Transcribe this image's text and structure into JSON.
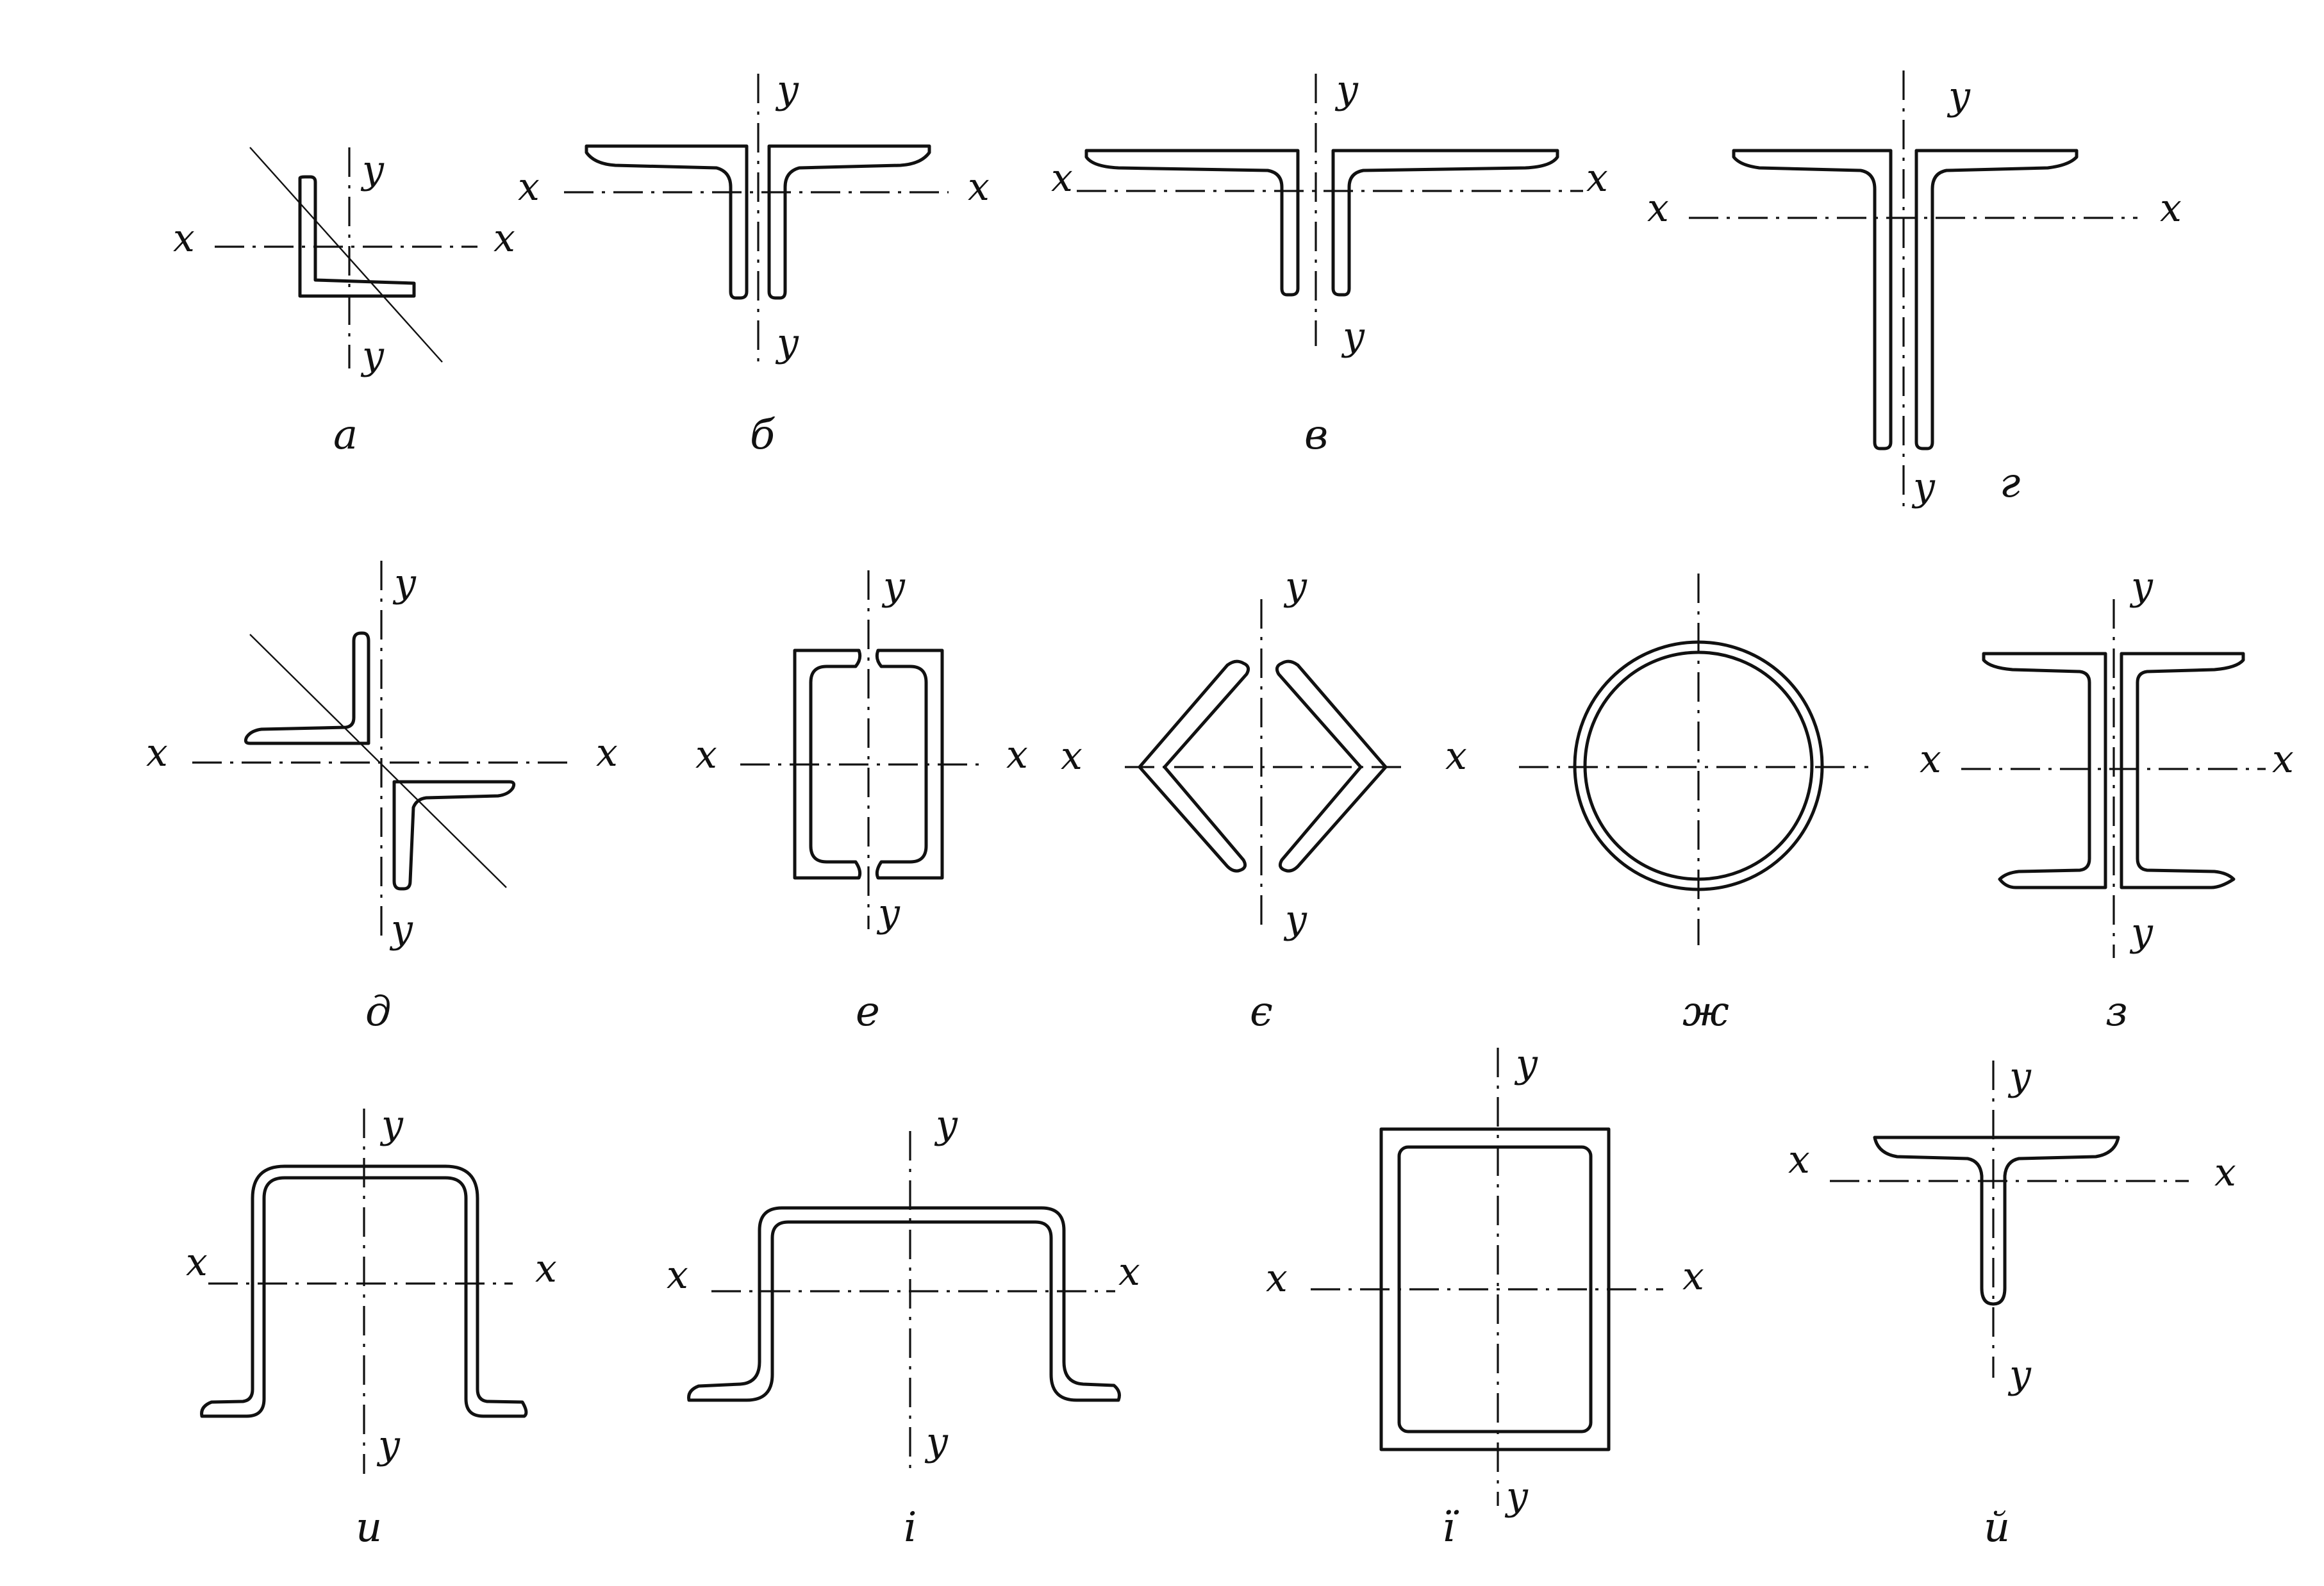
{
  "figures": [
    {
      "id": "a",
      "caption": "а",
      "x_label": "x",
      "y_label": "y"
    },
    {
      "id": "b",
      "caption": "б",
      "x_label": "x",
      "y_label": "y"
    },
    {
      "id": "v",
      "caption": "в",
      "x_label": "x",
      "y_label": "y"
    },
    {
      "id": "g",
      "caption": "г",
      "x_label": "x",
      "y_label": "y"
    },
    {
      "id": "d",
      "caption": "д",
      "x_label": "x",
      "y_label": "y"
    },
    {
      "id": "e",
      "caption": "е",
      "x_label": "x",
      "y_label": "y"
    },
    {
      "id": "ye",
      "caption": "є",
      "x_label": "x",
      "y_label": "y"
    },
    {
      "id": "zh",
      "caption": "ж",
      "x_label": "",
      "y_label": ""
    },
    {
      "id": "z",
      "caption": "з",
      "x_label": "x",
      "y_label": "y"
    },
    {
      "id": "u",
      "caption": "и",
      "x_label": "x",
      "y_label": "y"
    },
    {
      "id": "i",
      "caption": "і",
      "x_label": "x",
      "y_label": "y"
    },
    {
      "id": "yi",
      "caption": "ї",
      "x_label": "x",
      "y_label": "y"
    },
    {
      "id": "j",
      "caption": "й",
      "x_label": "x",
      "y_label": "y"
    }
  ]
}
